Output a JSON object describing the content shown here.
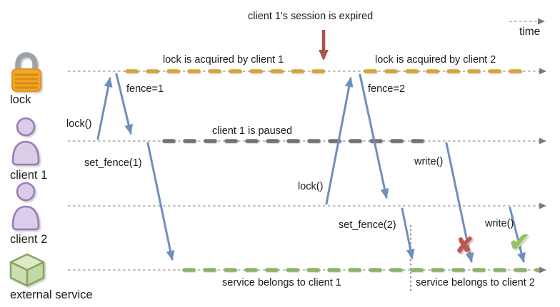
{
  "annotation": {
    "session_expired": "client 1's session is expired"
  },
  "timeline": {
    "axis_label": "time"
  },
  "actors": {
    "lock": {
      "label": "lock"
    },
    "client1": {
      "label": "client 1"
    },
    "client2": {
      "label": "client 2"
    },
    "service": {
      "label": "external service"
    }
  },
  "spans": {
    "lock_client1": {
      "label": "lock is acquired by client 1",
      "color": "#D9A437"
    },
    "lock_client2": {
      "label": "lock is acquired by client 2",
      "color": "#D9A437"
    },
    "client1_paused": {
      "label": "client 1 is paused",
      "color": "#737373"
    },
    "service_client1": {
      "label": "service belongs to client 1",
      "color": "#8DB36A"
    },
    "service_client2": {
      "label": "service belongs to client 2",
      "color": "#8DB36A"
    }
  },
  "messages": {
    "lock1": {
      "label": "lock()"
    },
    "fence1": {
      "label": "fence=1"
    },
    "set_fence1": {
      "label": "set_fence(1)"
    },
    "lock2": {
      "label": "lock()"
    },
    "fence2": {
      "label": "fence=2"
    },
    "set_fence2": {
      "label": "set_fence(2)"
    },
    "write1": {
      "label": "write()",
      "result": "rejected"
    },
    "write2": {
      "label": "write()",
      "result": "accepted"
    }
  },
  "result_icons": {
    "rejected": "✘",
    "accepted": "✔"
  },
  "colors": {
    "message_arrow": "#6E8FBD",
    "session_expired_arrow": "#A85551",
    "lock_span": "#D9A437",
    "paused_span": "#737373",
    "service_span": "#8DB36A",
    "reject_mark": "#C05653",
    "accept_mark": "#93C362"
  }
}
